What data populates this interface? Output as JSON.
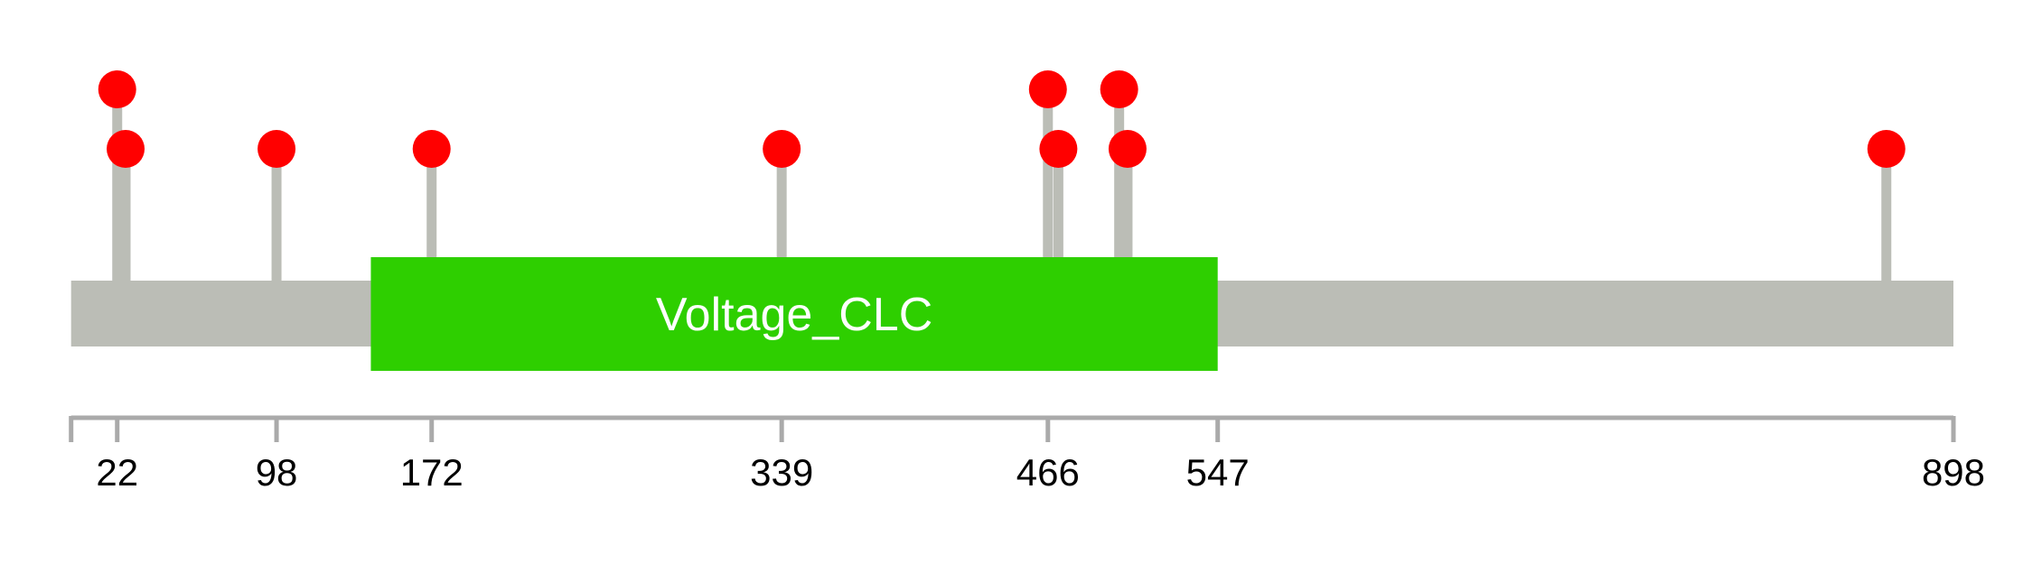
{
  "chart_data": {
    "type": "lollipop",
    "title": "",
    "xlabel": "",
    "ylabel": "",
    "protein_length": 898,
    "xlim": [
      0,
      898
    ],
    "tick_labels": [
      "22",
      "98",
      "172",
      "339",
      "466",
      "547",
      "898"
    ],
    "ticks": [
      22,
      98,
      172,
      339,
      466,
      547,
      898
    ],
    "domains": [
      {
        "name": "Voltage_CLC",
        "start": 143,
        "end": 547,
        "color": "#2ecf00"
      }
    ],
    "mutations": [
      {
        "position": 22,
        "count": 2
      },
      {
        "position": 26,
        "count": 1
      },
      {
        "position": 98,
        "count": 1
      },
      {
        "position": 172,
        "count": 1
      },
      {
        "position": 339,
        "count": 1
      },
      {
        "position": 466,
        "count": 2
      },
      {
        "position": 471,
        "count": 1
      },
      {
        "position": 500,
        "count": 2
      },
      {
        "position": 504,
        "count": 1
      },
      {
        "position": 866,
        "count": 1
      }
    ],
    "colors": {
      "backbone": "#bbbdb6",
      "stem": "#bbbdb6",
      "dot": "#ff0000",
      "axis": "#aaaaaa"
    }
  }
}
